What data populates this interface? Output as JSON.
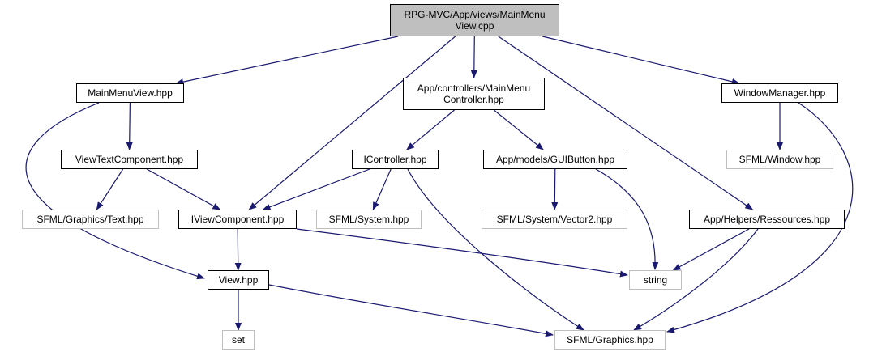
{
  "diagram": {
    "nodes": [
      {
        "id": "root",
        "label": "RPG-MVC/App/views/MainMenu\nView.cpp",
        "kind": "root"
      },
      {
        "id": "mmv",
        "label": "MainMenuView.hpp",
        "kind": "local"
      },
      {
        "id": "mmc",
        "label": "App/controllers/MainMenu\nController.hpp",
        "kind": "local"
      },
      {
        "id": "wm",
        "label": "WindowManager.hpp",
        "kind": "local"
      },
      {
        "id": "vtc",
        "label": "ViewTextComponent.hpp",
        "kind": "local"
      },
      {
        "id": "ictrl",
        "label": "IController.hpp",
        "kind": "local"
      },
      {
        "id": "gbtn",
        "label": "App/models/GUIButton.hpp",
        "kind": "local"
      },
      {
        "id": "sfwin",
        "label": "SFML/Window.hpp",
        "kind": "external"
      },
      {
        "id": "sftext",
        "label": "SFML/Graphics/Text.hpp",
        "kind": "external"
      },
      {
        "id": "ivc",
        "label": "IViewComponent.hpp",
        "kind": "local"
      },
      {
        "id": "sfsys",
        "label": "SFML/System.hpp",
        "kind": "external"
      },
      {
        "id": "sfvec",
        "label": "SFML/System/Vector2.hpp",
        "kind": "external"
      },
      {
        "id": "res",
        "label": "App/Helpers/Ressources.hpp",
        "kind": "local"
      },
      {
        "id": "view",
        "label": "View.hpp",
        "kind": "local"
      },
      {
        "id": "str",
        "label": "string",
        "kind": "external"
      },
      {
        "id": "set",
        "label": "set",
        "kind": "external"
      },
      {
        "id": "sfgfx",
        "label": "SFML/Graphics.hpp",
        "kind": "external"
      }
    ],
    "edges": [
      {
        "from": "root",
        "to": "mmv"
      },
      {
        "from": "root",
        "to": "mmc"
      },
      {
        "from": "root",
        "to": "wm"
      },
      {
        "from": "root",
        "to": "ivc"
      },
      {
        "from": "root",
        "to": "res"
      },
      {
        "from": "mmv",
        "to": "vtc"
      },
      {
        "from": "mmv",
        "to": "view"
      },
      {
        "from": "mmc",
        "to": "ictrl"
      },
      {
        "from": "mmc",
        "to": "gbtn"
      },
      {
        "from": "wm",
        "to": "sfwin"
      },
      {
        "from": "wm",
        "to": "sfgfx"
      },
      {
        "from": "vtc",
        "to": "sftext"
      },
      {
        "from": "vtc",
        "to": "ivc"
      },
      {
        "from": "ictrl",
        "to": "ivc"
      },
      {
        "from": "ictrl",
        "to": "sfsys"
      },
      {
        "from": "ictrl",
        "to": "sfgfx"
      },
      {
        "from": "gbtn",
        "to": "sfvec"
      },
      {
        "from": "gbtn",
        "to": "str"
      },
      {
        "from": "ivc",
        "to": "view"
      },
      {
        "from": "ivc",
        "to": "str"
      },
      {
        "from": "res",
        "to": "str"
      },
      {
        "from": "res",
        "to": "sfgfx"
      },
      {
        "from": "view",
        "to": "set"
      },
      {
        "from": "view",
        "to": "sfgfx"
      }
    ]
  },
  "colors": {
    "edge": "#191970",
    "local_border": "#000000",
    "external_border": "#bfbfbf",
    "root_fill": "#bfbfbf"
  }
}
